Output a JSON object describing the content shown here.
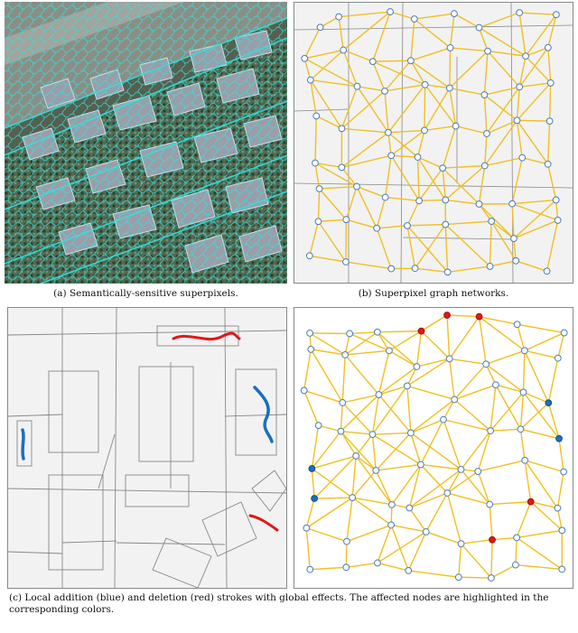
{
  "captions": {
    "a": "(a) Semantically-sensitive superpixels.",
    "b": "(b) Superpixel graph networks.",
    "main": "(c) Local addition (blue) and deletion (red) strokes with global effects. The affected nodes are highlighted in the corresponding colors."
  },
  "colors": {
    "graph_edge": "#f0c020",
    "node_fill": "#ffffff",
    "node_stroke": "#4a7cc0",
    "addition": "#1a6fc0",
    "deletion": "#e01818",
    "panel_bg": "#f2f2f2",
    "segment_line": "#888888",
    "superpixel_outline": "#33e0e0"
  },
  "icons": [
    "aerial-photo",
    "superpixel-graph",
    "stroke-addition",
    "stroke-deletion"
  ]
}
